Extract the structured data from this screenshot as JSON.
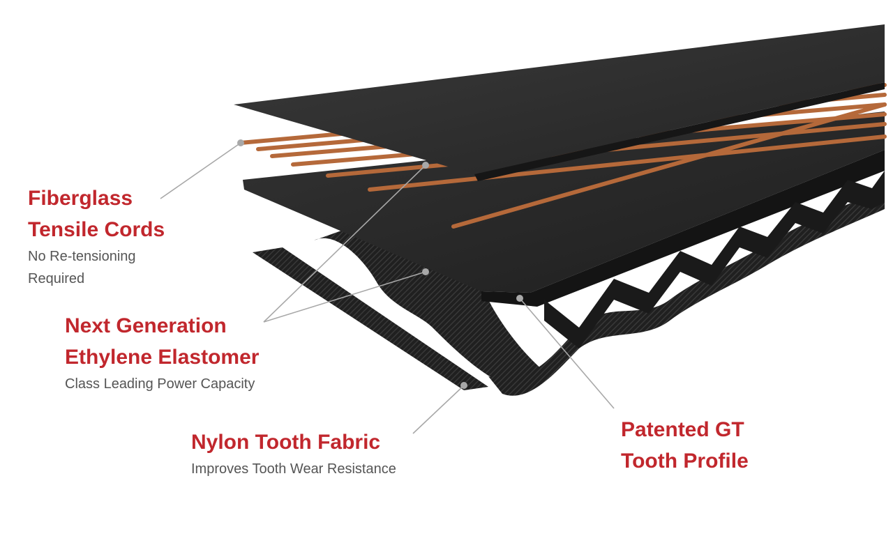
{
  "labels": {
    "fiberglass": {
      "title_lines": [
        "Fiberglass",
        "Tensile Cords"
      ],
      "sub_lines": [
        "No Re-tensioning",
        "Required"
      ]
    },
    "elastomer": {
      "title_lines": [
        "Next Generation",
        "Ethylene Elastomer"
      ],
      "sub_lines": [
        "Class Leading Power Capacity"
      ]
    },
    "nylon": {
      "title_lines": [
        "Nylon Tooth Fabric"
      ],
      "sub_lines": [
        "Improves Tooth Wear Resistance"
      ]
    },
    "profile": {
      "title_lines": [
        "Patented GT",
        "Tooth Profile"
      ],
      "sub_lines": []
    }
  },
  "colors": {
    "accent": "#c1272d",
    "subtext": "#555555",
    "rubber": "#2b2b2b",
    "fabric": "#1f1f1f",
    "cord": "#b5693a",
    "leader": "#a8a8a8"
  }
}
